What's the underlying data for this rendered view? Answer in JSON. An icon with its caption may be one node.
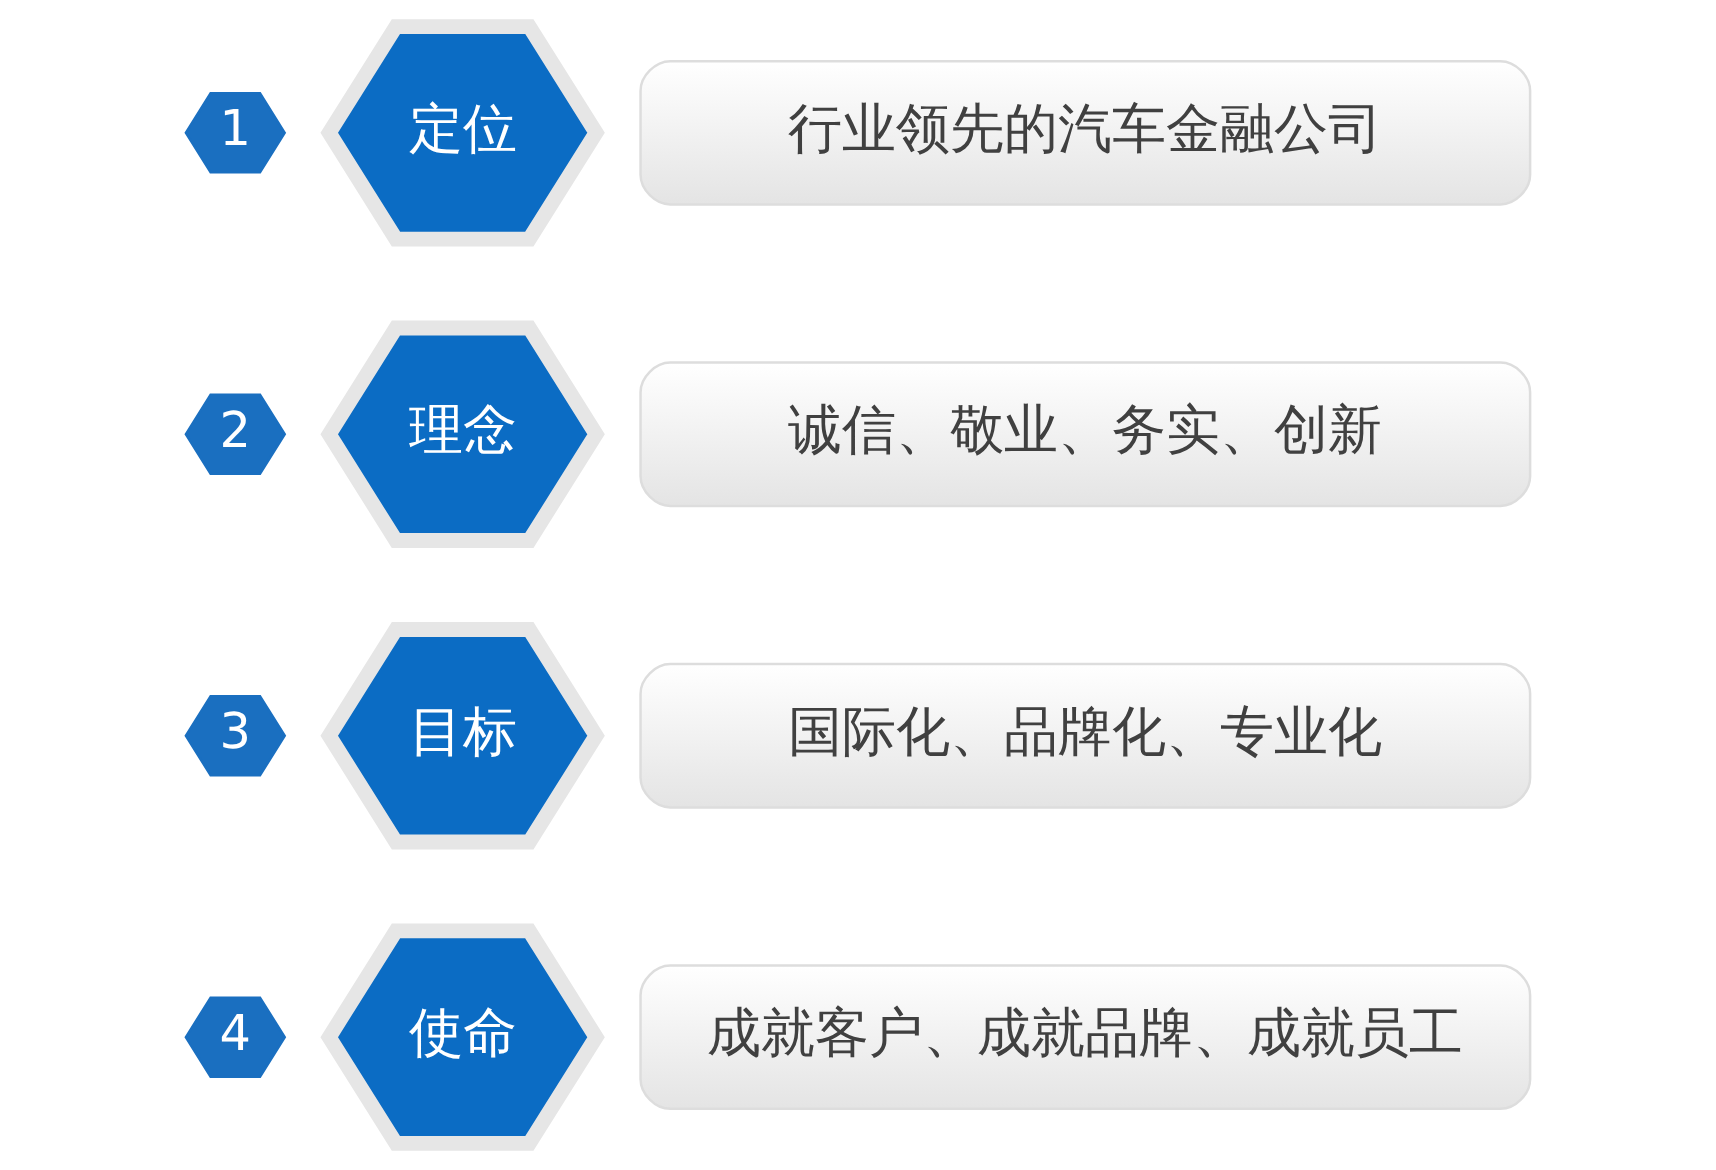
{
  "diagram": {
    "nodes": [
      {
        "text": [
          "1"
        ]
      },
      {
        "text": [
          "定位"
        ]
      },
      {
        "text": [
          "行业领先的汽车金融公司"
        ]
      },
      {
        "text": [
          "2"
        ]
      },
      {
        "text": [
          "理念"
        ]
      },
      {
        "text": [
          "诚信、敬业、务实、创新"
        ]
      },
      {
        "text": [
          "3"
        ]
      },
      {
        "text": [
          "目标"
        ]
      },
      {
        "text": [
          "国际化、品牌化、专业化"
        ]
      },
      {
        "text": [
          "4"
        ]
      },
      {
        "text": [
          "使命"
        ]
      },
      {
        "text": [
          "成就客户、成就品牌、成就员工"
        ]
      }
    ],
    "edges": []
  }
}
